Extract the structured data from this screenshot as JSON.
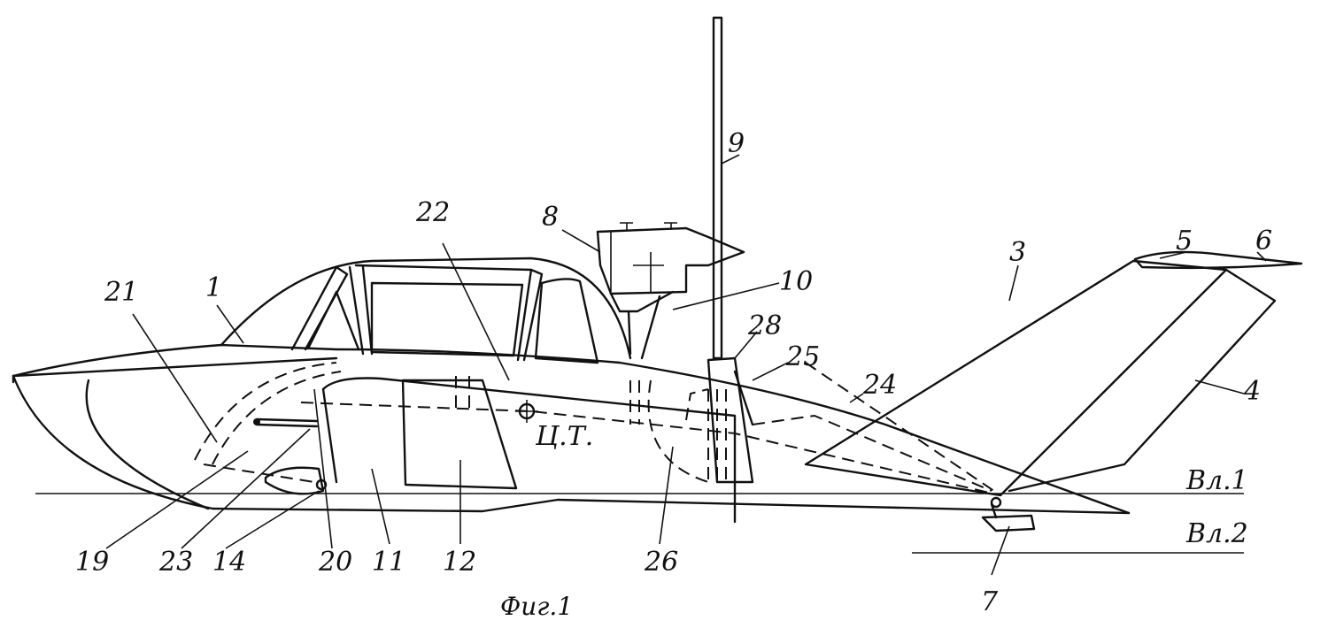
{
  "figure": {
    "caption": "Фиг.1",
    "center_of_gravity": "Ц.Т.",
    "waterline_1": "Вл.1",
    "waterline_2": "Вл.2",
    "labels": {
      "l1": "1",
      "l3": "3",
      "l4": "4",
      "l5": "5",
      "l6": "6",
      "l7": "7",
      "l8": "8",
      "l9": "9",
      "l10": "10",
      "l11": "11",
      "l12": "12",
      "l14": "14",
      "l19": "19",
      "l20": "20",
      "l21": "21",
      "l22": "22",
      "l23": "23",
      "l24": "24",
      "l25": "25",
      "l26": "26",
      "l28": "28"
    }
  }
}
